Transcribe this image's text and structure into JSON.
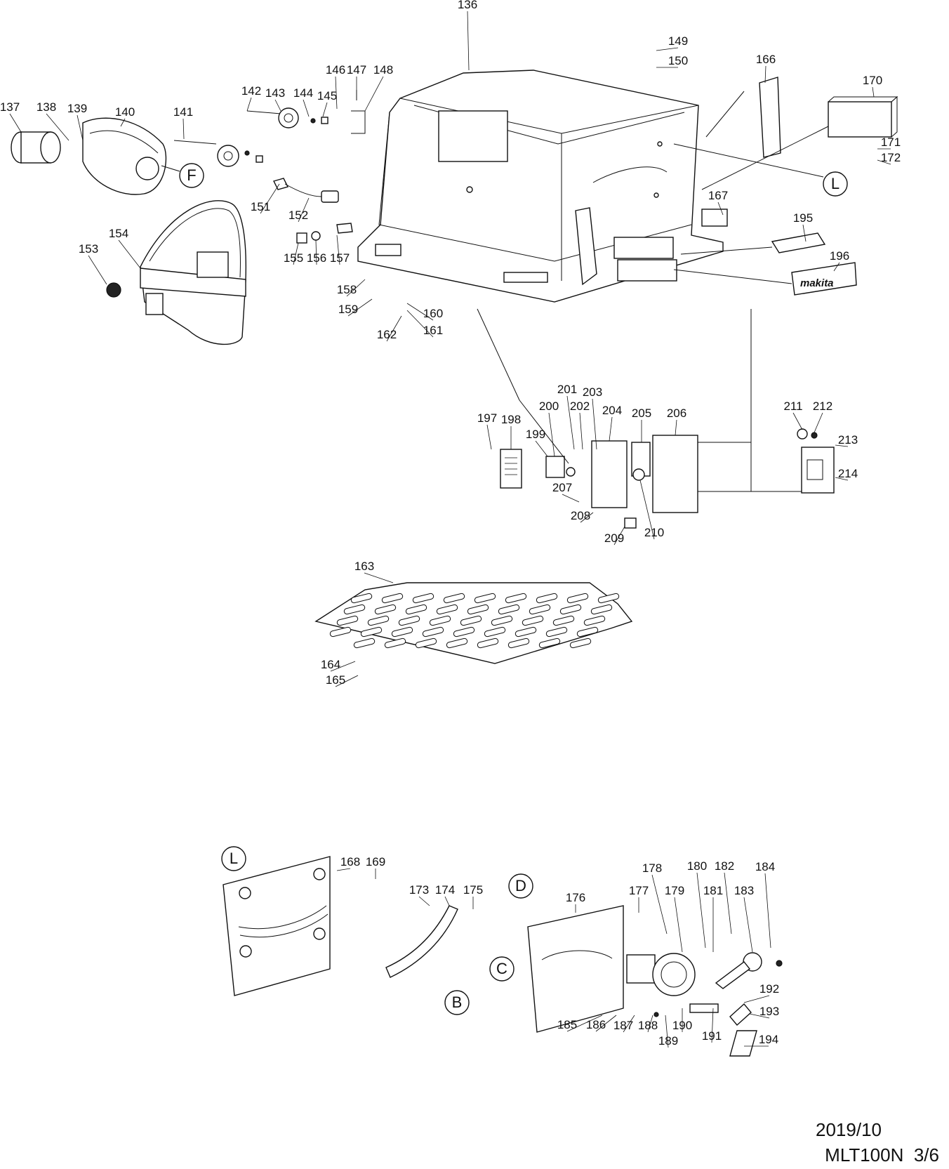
{
  "parts": [
    "136",
    "137",
    "138",
    "139",
    "140",
    "141",
    "142",
    "143",
    "144",
    "145",
    "146",
    "147",
    "148",
    "149",
    "150",
    "151",
    "152",
    "153",
    "154",
    "155",
    "156",
    "157",
    "158",
    "159",
    "160",
    "161",
    "162",
    "163",
    "164",
    "165",
    "166",
    "167",
    "168",
    "169",
    "170",
    "171",
    "172",
    "173",
    "174",
    "175",
    "176",
    "177",
    "178",
    "179",
    "180",
    "181",
    "182",
    "183",
    "184",
    "185",
    "186",
    "187",
    "188",
    "189",
    "190",
    "191",
    "192",
    "193",
    "194",
    "195",
    "196",
    "197",
    "198",
    "199",
    "200",
    "201",
    "202",
    "203",
    "204",
    "205",
    "206",
    "207",
    "208",
    "209",
    "210",
    "211",
    "212",
    "213",
    "214"
  ],
  "refs": {
    "F": "F",
    "L": "L",
    "L2": "L",
    "D": "D",
    "C": "C",
    "B": "B"
  },
  "badge": "makita",
  "footer": {
    "date": "2019/10",
    "model": "MLT100N",
    "page": "3/6"
  }
}
